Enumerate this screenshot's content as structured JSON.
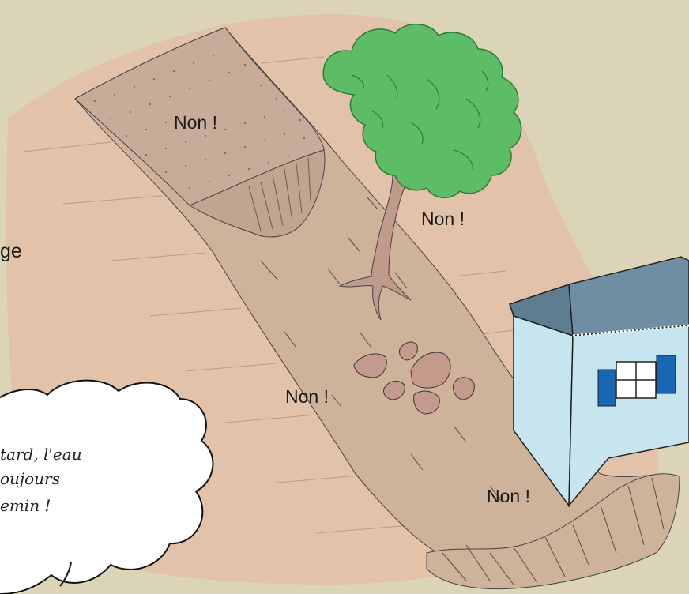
{
  "labels": {
    "non_field": "Non !",
    "non_tree": "Non !",
    "non_rocks": "Non !",
    "non_house": "Non !",
    "side_fragment": "ge"
  },
  "speech_bubble": {
    "line1": "tard, l'eau",
    "line2": "oujours",
    "line3": "emin !"
  },
  "colors": {
    "background": "#dcd4b7",
    "slope": "#e2c2a8",
    "path": "#cfb29a",
    "field": "#c8ac99",
    "tree_foliage": "#5cbd66",
    "tree_trunk": "#c09a8a",
    "roof": "#6f8ea3",
    "wall": "#c7e5ee",
    "shutter": "#1767b4"
  },
  "icons": [
    "tree-icon",
    "house-icon",
    "rocks-icon",
    "speech-bubble-icon"
  ]
}
